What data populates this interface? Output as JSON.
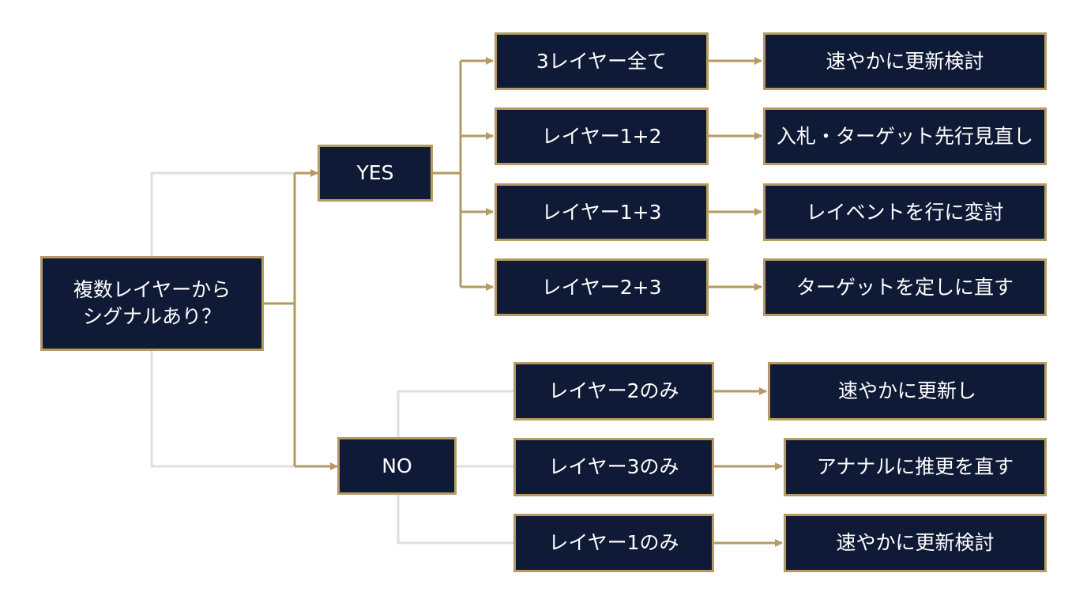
{
  "colors": {
    "node_fill": "#0f1a36",
    "node_border": "#b59a62",
    "arrow": "#b59a62",
    "secondary_line": "#dcdfe6",
    "text": "#ffffff"
  },
  "root": {
    "line1": "複数レイヤーから",
    "line2": "シグナルあり？"
  },
  "yes": {
    "label": "YES",
    "branches": [
      {
        "condition": "3レイヤー全て",
        "action": "速やかに更新検討"
      },
      {
        "condition": "レイヤー1+2",
        "action": "入札・ターゲット先行見直し"
      },
      {
        "condition": "レイヤー1+3",
        "action": "レイベントを行に変討"
      },
      {
        "condition": "レイヤー2+3",
        "action": "ターゲットを定しに直す"
      }
    ]
  },
  "no": {
    "label": "NO",
    "branches": [
      {
        "condition": "レイヤー2のみ",
        "action": "速やかに更新し"
      },
      {
        "condition": "レイヤー3のみ",
        "action": "アナナルに推更を直す"
      },
      {
        "condition": "レイヤー1のみ",
        "action": "速やかに更新検討"
      }
    ]
  }
}
